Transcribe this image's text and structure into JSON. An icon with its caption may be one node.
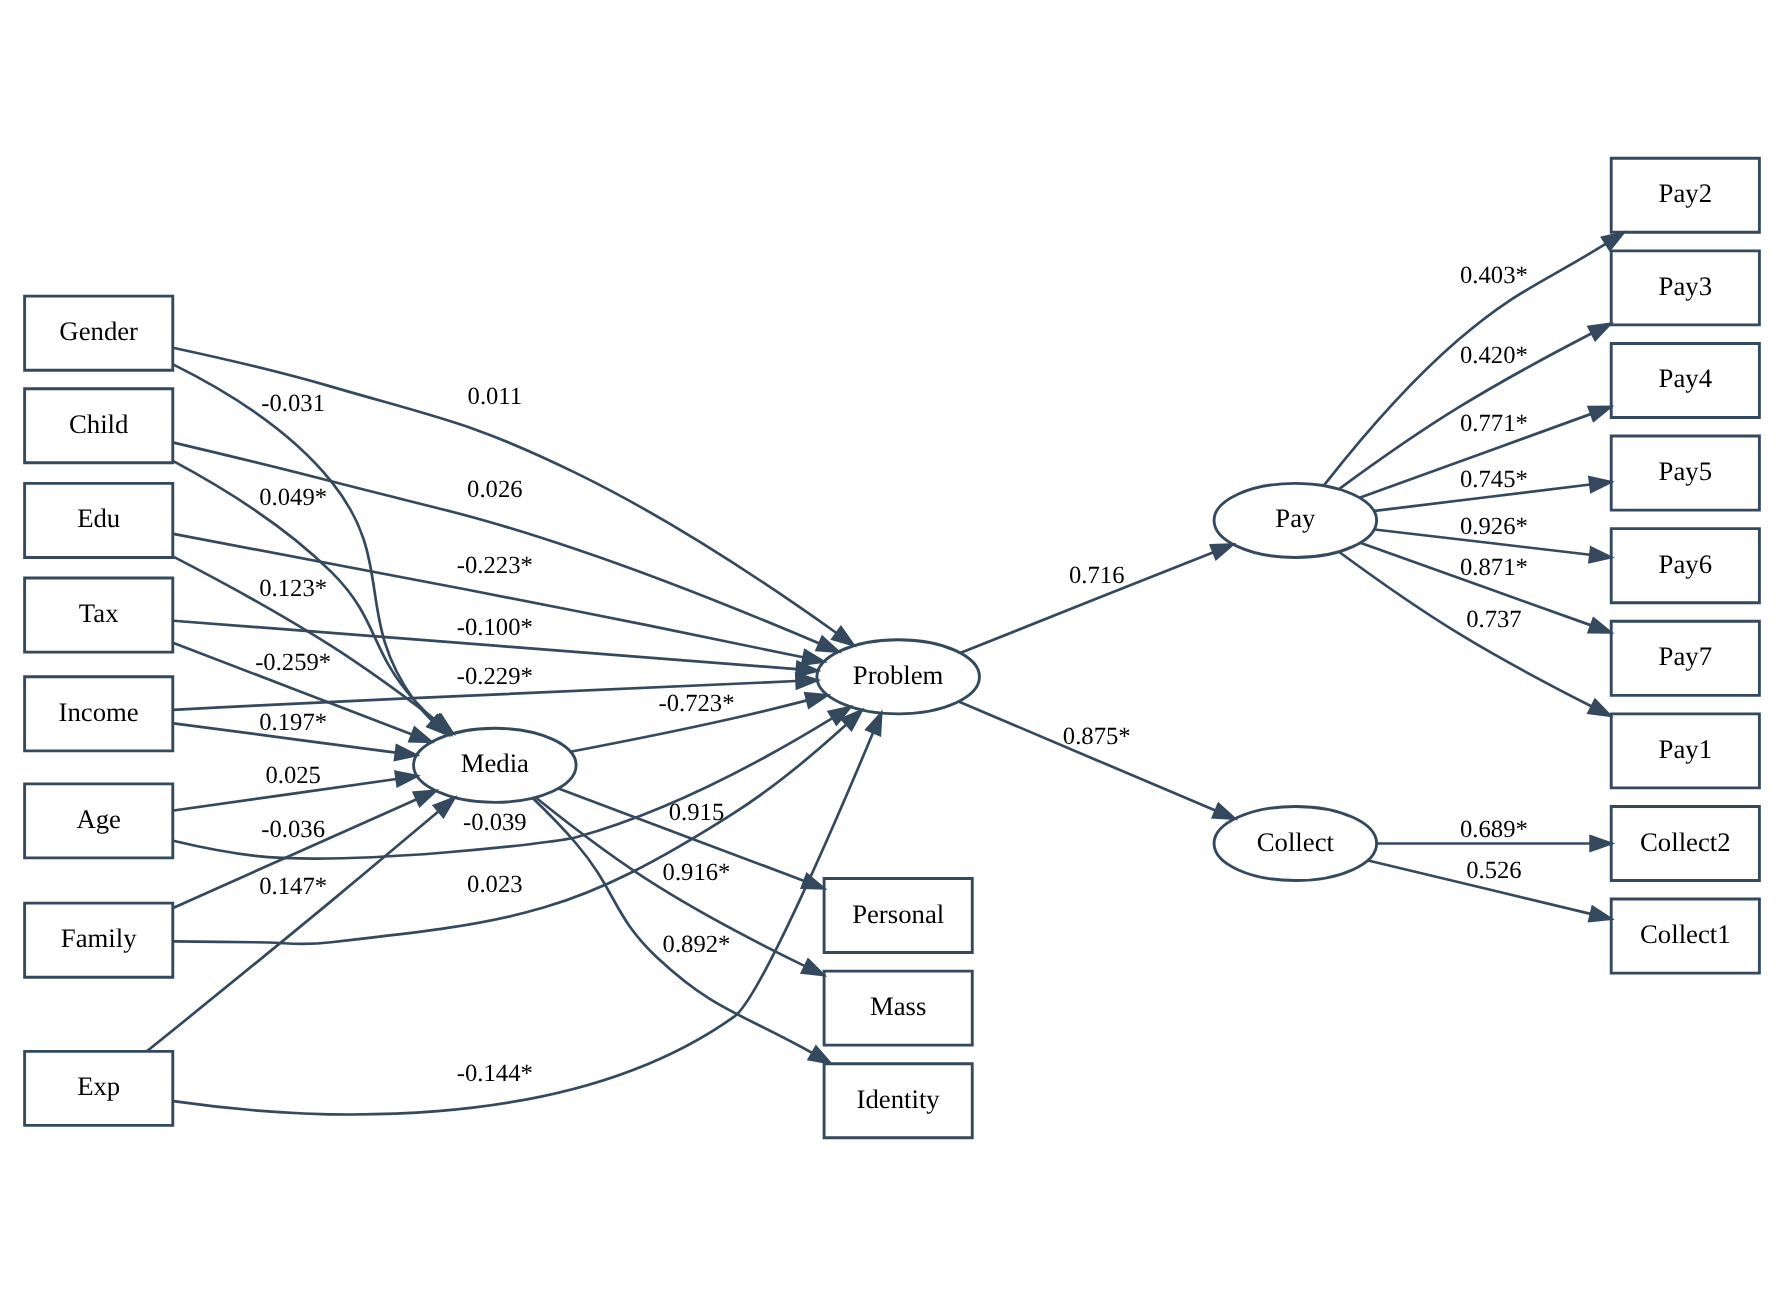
{
  "diagram": {
    "nodes": [
      {
        "text": [
          "Gender"
        ]
      },
      {
        "text": [
          "Age"
        ]
      },
      {
        "text": [
          "Edu"
        ]
      },
      {
        "text": [
          "Child"
        ]
      },
      {
        "text": [
          "Income"
        ]
      },
      {
        "text": [
          "Exp"
        ]
      },
      {
        "text": [
          "Family"
        ]
      },
      {
        "text": [
          "Tax"
        ]
      },
      {
        "text": [
          "Problem"
        ]
      },
      {
        "text": [
          "Media"
        ]
      },
      {
        "text": [
          "Pay"
        ]
      },
      {
        "text": [
          "Collect"
        ]
      },
      {
        "text": [
          "Pay1"
        ]
      },
      {
        "text": [
          "Pay2"
        ]
      },
      {
        "text": [
          "Pay3"
        ]
      },
      {
        "text": [
          "Pay4"
        ]
      },
      {
        "text": [
          "Pay5"
        ]
      },
      {
        "text": [
          "Pay6"
        ]
      },
      {
        "text": [
          "Pay7"
        ]
      },
      {
        "text": [
          "Collect1"
        ]
      },
      {
        "text": [
          "Collect2"
        ]
      },
      {
        "text": [
          "Personal"
        ]
      },
      {
        "text": [
          "Mass"
        ]
      },
      {
        "text": [
          "Identity"
        ]
      }
    ],
    "edges": [
      {
        "from": 0,
        "to": 8,
        "arrow": "to",
        "label": "0.011"
      },
      {
        "from": 1,
        "to": 8,
        "arrow": "to",
        "label": "-0.039"
      },
      {
        "from": 2,
        "to": 8,
        "arrow": "to",
        "label": "-0.223*"
      },
      {
        "from": 3,
        "to": 8,
        "arrow": "to",
        "label": "0.026"
      },
      {
        "from": 4,
        "to": 8,
        "arrow": "to",
        "label": "-0.229*"
      },
      {
        "from": 5,
        "to": 8,
        "arrow": "to",
        "label": "-0.144*"
      },
      {
        "from": 6,
        "to": 8,
        "arrow": "to",
        "label": "0.023"
      },
      {
        "from": 7,
        "to": 8,
        "arrow": "to",
        "label": "-0.100*"
      },
      {
        "from": 0,
        "to": 9,
        "arrow": "to",
        "label": "-0.031"
      },
      {
        "from": 1,
        "to": 9,
        "arrow": "to",
        "label": "0.025"
      },
      {
        "from": 2,
        "to": 9,
        "arrow": "to",
        "label": "0.123*"
      },
      {
        "from": 3,
        "to": 9,
        "arrow": "to",
        "label": "0.049*"
      },
      {
        "from": 4,
        "to": 9,
        "arrow": "to",
        "label": "0.197*"
      },
      {
        "from": 5,
        "to": 9,
        "arrow": "to",
        "label": "0.147*"
      },
      {
        "from": 6,
        "to": 9,
        "arrow": "to",
        "label": "-0.036"
      },
      {
        "from": 7,
        "to": 9,
        "arrow": "to",
        "label": "-0.259*"
      },
      {
        "from": 9,
        "to": 8,
        "arrow": "to",
        "label": "-0.723*"
      },
      {
        "from": 8,
        "to": 10,
        "arrow": "to",
        "label": "0.716"
      },
      {
        "from": 8,
        "to": 11,
        "arrow": "to",
        "label": "0.875*"
      },
      {
        "from": 10,
        "to": 12,
        "arrow": "to",
        "label": "0.737"
      },
      {
        "from": 10,
        "to": 13,
        "arrow": "to",
        "label": "0.403*"
      },
      {
        "from": 10,
        "to": 14,
        "arrow": "to",
        "label": "0.420*"
      },
      {
        "from": 10,
        "to": 15,
        "arrow": "to",
        "label": "0.771*"
      },
      {
        "from": 10,
        "to": 16,
        "arrow": "to",
        "label": "0.745*"
      },
      {
        "from": 10,
        "to": 17,
        "arrow": "to",
        "label": "0.926*"
      },
      {
        "from": 10,
        "to": 18,
        "arrow": "to",
        "label": "0.871*"
      },
      {
        "from": 11,
        "to": 19,
        "arrow": "to",
        "label": "0.526"
      },
      {
        "from": 11,
        "to": 20,
        "arrow": "to",
        "label": "0.689*"
      },
      {
        "from": 9,
        "to": 21,
        "arrow": "to",
        "label": "0.915"
      },
      {
        "from": 9,
        "to": 22,
        "arrow": "to",
        "label": "0.916*"
      },
      {
        "from": 9,
        "to": 23,
        "arrow": "to",
        "label": "0.892*"
      }
    ]
  }
}
